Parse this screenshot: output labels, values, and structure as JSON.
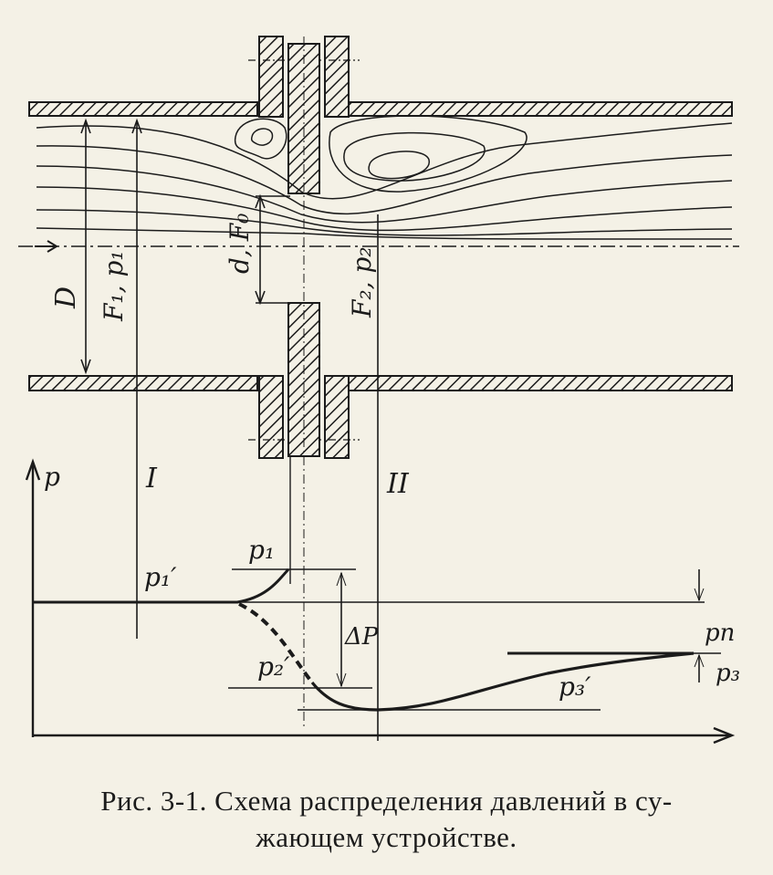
{
  "diagram": {
    "labels": {
      "D": "D",
      "F1p1": "F₁, p₁",
      "dF0": "d, F₀",
      "F2p2": "F₂, p₂",
      "axis_p": "p",
      "section_I": "I",
      "section_II": "II",
      "p1_prime": "p₁′",
      "p1": "p₁",
      "p2_prime": "p₂′",
      "delta_p": "ΔP",
      "p3_prime": "p₃′",
      "pn": "pп",
      "p3": "p₃"
    },
    "colors": {
      "ink": "#1b1b1b",
      "paper": "#f4f1e6"
    }
  },
  "caption": {
    "line1": "Рис. 3-1. Схема распределения давлений в су-",
    "line2": "жающем устройстве."
  }
}
